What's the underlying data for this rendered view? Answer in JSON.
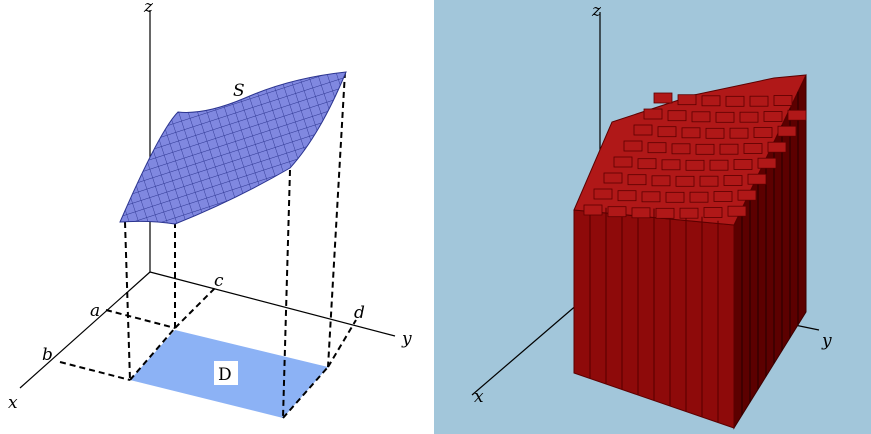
{
  "left": {
    "labels": {
      "z": "z",
      "x": "x",
      "y": "y",
      "a": "a",
      "b": "b",
      "c": "c",
      "d": "d",
      "surface": "S",
      "region": "D"
    },
    "colors": {
      "surface": "#8088e0",
      "region": "#8cb2f5",
      "lines": "#000000"
    }
  },
  "right": {
    "labels": {
      "z": "z",
      "x": "x",
      "y": "y"
    },
    "colors": {
      "background": "#a2c6da",
      "box_side": "#8e0a0a",
      "box_top": "#b01818",
      "box_dark": "#5c0000"
    }
  }
}
